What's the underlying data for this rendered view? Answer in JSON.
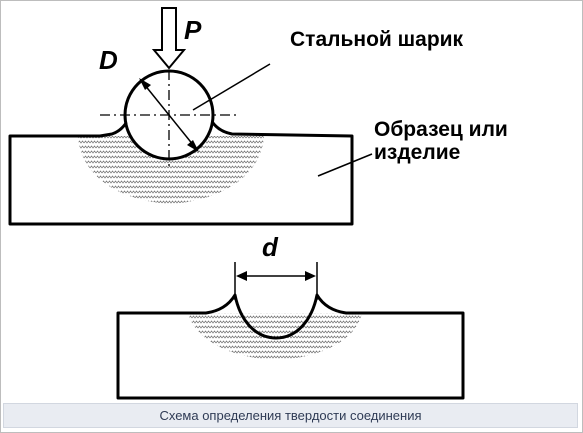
{
  "labels": {
    "force": "P",
    "diameter_ball": "D",
    "ball": "Стальной шарик",
    "specimen_line1": "Образец или",
    "specimen_line2": "изделие",
    "diameter_impression": "d"
  },
  "caption": "Схема определения твердости соединения"
}
